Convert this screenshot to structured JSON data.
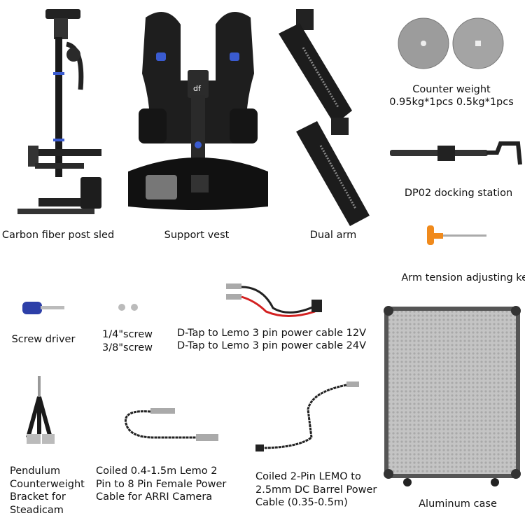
{
  "items": {
    "sled": {
      "label": "Carbon fiber post sled"
    },
    "vest": {
      "label": "Support vest",
      "logo": "df"
    },
    "arm": {
      "label": "Dual arm"
    },
    "counter_weight": {
      "label": "Counter weight",
      "detail": "0.95kg*1pcs 0.5kg*1pcs"
    },
    "docking": {
      "label": "DP02 docking station"
    },
    "key": {
      "label": "Arm tension adjusting key"
    },
    "screwdriver": {
      "label": "Screw driver"
    },
    "screws": {
      "line1": "1/4\"screw",
      "line2": "3/8\"screw"
    },
    "dtap": {
      "line1": "D-Tap to Lemo 3 pin power cable 12V",
      "line2": "D-Tap to Lemo 3 pin power cable 24V"
    },
    "pendulum": {
      "lines": [
        "Pendulum",
        "Counterweight",
        "Bracket for",
        "Steadicam"
      ]
    },
    "coiled_arri": {
      "lines": [
        "Coiled 0.4-1.5m Lemo 2",
        "Pin to 8 Pin Female Power",
        "Cable for ARRI Camera"
      ]
    },
    "coiled_dc": {
      "lines": [
        "Coiled 2-Pin LEMO to",
        "2.5mm DC Barrel Power",
        "Cable (0.35-0.5m)"
      ]
    },
    "case": {
      "label": "Aluminum case"
    }
  },
  "colors": {
    "accent_blue": "#3a5bd0",
    "key_orange": "#f08a1c",
    "cable_red": "#d32020"
  }
}
